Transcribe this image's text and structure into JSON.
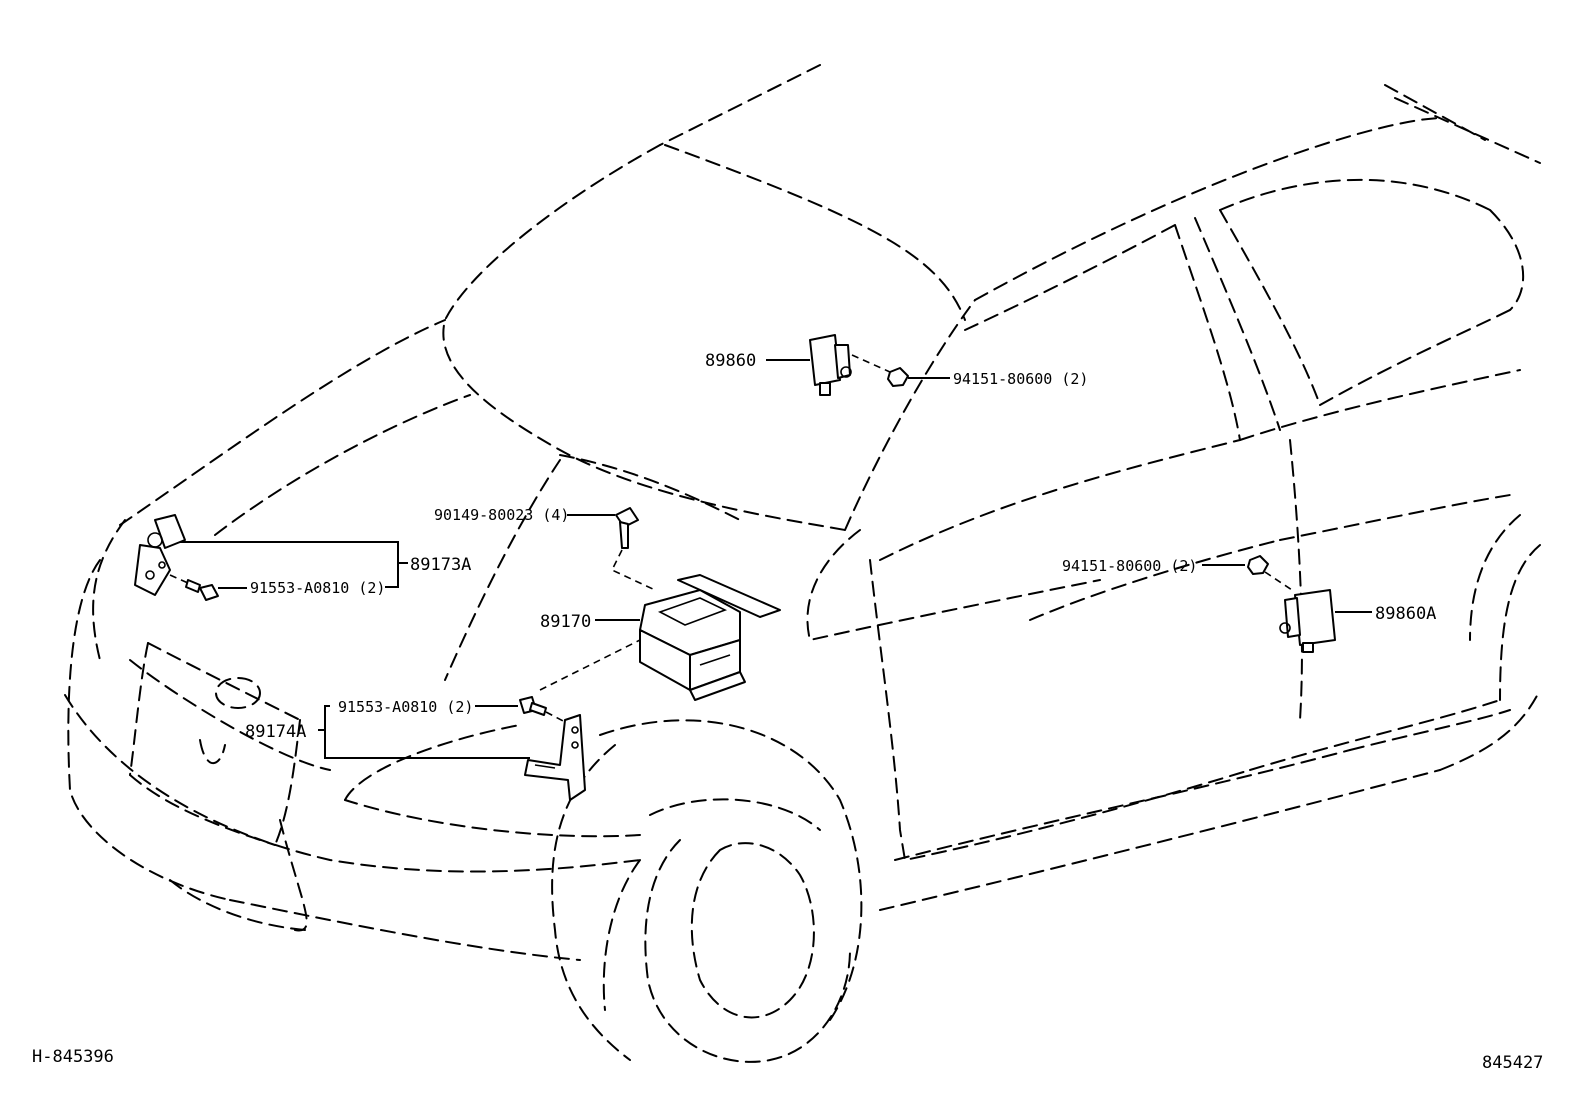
{
  "diagram_id": "H-845396",
  "page_ref": "845427",
  "callouts": {
    "front_sensor_lh": "89173A",
    "front_sensor_rh": "89174A",
    "airbag_ecu": "89170",
    "side_sensor_front": "89860",
    "side_sensor_rear": "89860A",
    "bolt_front_lh": "91553-A0810 (2)",
    "bolt_front_rh": "91553-A0810 (2)",
    "ecu_bolt": "90149-80023 (4)",
    "nut_side_front": "94151-80600 (2)",
    "nut_side_rear": "94151-80600 (2)"
  }
}
